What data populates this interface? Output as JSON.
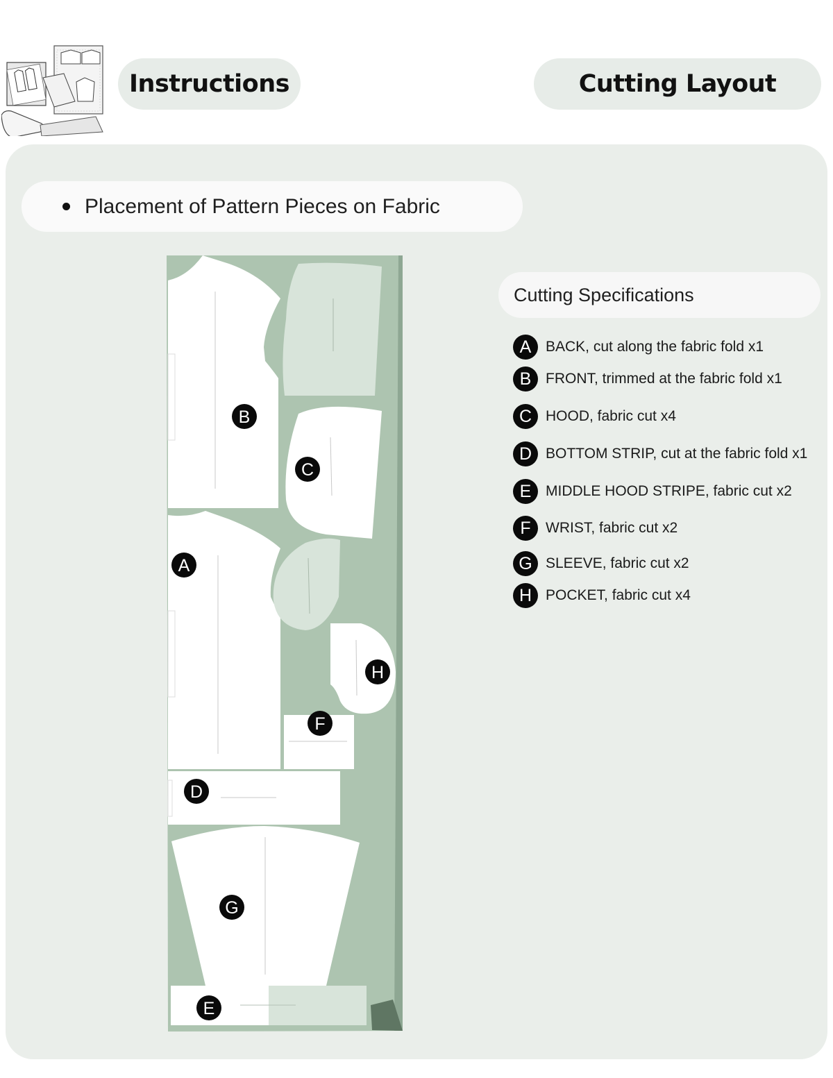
{
  "header": {
    "instructions_label": "Instructions",
    "cutting_layout_label": "Cutting Layout"
  },
  "section": {
    "subtitle": "Placement of Pattern Pieces on Fabric"
  },
  "layout": {
    "fabric_color": "#adc4b0",
    "piece_color": "#ffffff",
    "mirror_piece_color": "#d8e4da",
    "labels": {
      "a": "A",
      "b": "B",
      "c": "C",
      "d": "D",
      "e": "E",
      "f": "F",
      "g": "G",
      "h": "H"
    }
  },
  "specs": {
    "title": "Cutting Specifications",
    "items": [
      {
        "letter": "A",
        "text": "BACK, cut along the fabric fold x1"
      },
      {
        "letter": "B",
        "text": "FRONT, trimmed at the fabric fold x1"
      },
      {
        "letter": "C",
        "text": "HOOD, fabric cut x4"
      },
      {
        "letter": "D",
        "text": "BOTTOM STRIP, cut at the fabric fold x1"
      },
      {
        "letter": "E",
        "text": "MIDDLE HOOD STRIPE, fabric cut x2"
      },
      {
        "letter": "F",
        "text": "WRIST, fabric cut x2"
      },
      {
        "letter": "G",
        "text": "SLEEVE, fabric cut x2"
      },
      {
        "letter": "H",
        "text": "POCKET, fabric cut x4"
      }
    ]
  }
}
